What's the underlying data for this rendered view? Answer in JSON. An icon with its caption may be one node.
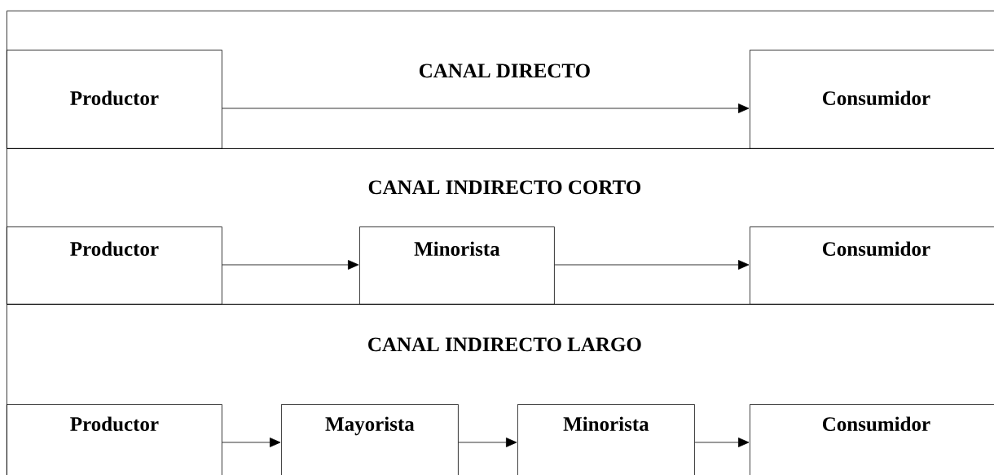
{
  "diagram": {
    "nodes": [
      {
        "text": [
          "CANAL DIRECTO"
        ]
      },
      {
        "text": [
          "Productor"
        ],
        "in": 0
      },
      {
        "text": [
          "Consumidor"
        ],
        "in": 0
      },
      {
        "text": [
          "CANAL INDIRECTO CORTO"
        ]
      },
      {
        "text": [
          "Productor"
        ],
        "in": 3
      },
      {
        "text": [
          "Minorista"
        ],
        "in": 3
      },
      {
        "text": [
          "Consumidor"
        ],
        "in": 3
      },
      {
        "text": [
          "CANAL INDIRECTO LARGO"
        ]
      },
      {
        "text": [
          "Productor"
        ],
        "in": 7
      },
      {
        "text": [
          "Mayorista"
        ],
        "in": 7
      },
      {
        "text": [
          "Minorista"
        ],
        "in": 7
      },
      {
        "text": [
          "Consumidor"
        ],
        "in": 7
      }
    ],
    "edges": [
      {
        "from": 1,
        "to": 2,
        "arrow": "to"
      },
      {
        "from": 4,
        "to": 5,
        "arrow": "to"
      },
      {
        "from": 5,
        "to": 6,
        "arrow": "to"
      },
      {
        "from": 8,
        "to": 9,
        "arrow": "to"
      },
      {
        "from": 9,
        "to": 10,
        "arrow": "to"
      },
      {
        "from": 10,
        "to": 11,
        "arrow": "to"
      }
    ]
  }
}
